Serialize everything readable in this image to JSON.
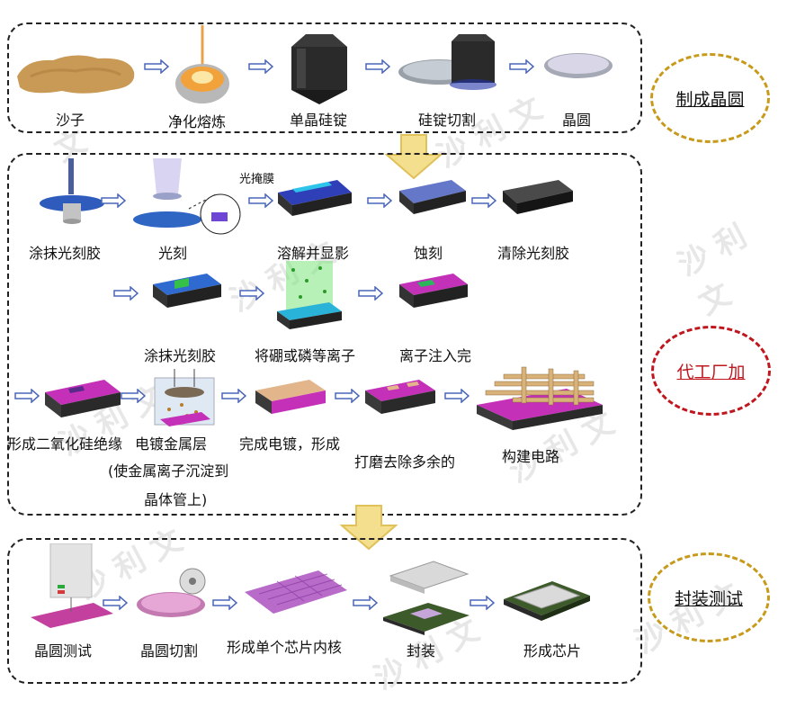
{
  "stages": [
    {
      "title": "制成晶圆",
      "steps": [
        "沙子",
        "净化熔炼",
        "单晶硅锭",
        "硅锭切割",
        "晶圆"
      ]
    },
    {
      "title": "代工厂加",
      "steps": [
        "涂抹光刻胶",
        "光刻",
        "光掩膜",
        "溶解并显影",
        "蚀刻",
        "清除光刻胶",
        "涂抹光刻胶",
        "将硼或磷等离子",
        "离子注入完",
        "形成二氧化硅绝缘",
        "电镀金属层",
        "(使金属离子沉淀到",
        "晶体管上)",
        "完成电镀，形成",
        "打磨去除多余的",
        "构建电路"
      ]
    },
    {
      "title": "封装测试",
      "steps": [
        "晶圆测试",
        "晶圆切割",
        "形成单个芯片内核",
        "封装",
        "形成芯片"
      ]
    }
  ],
  "colors": {
    "stage1_ring": "#c89a1c",
    "stage2_ring": "#c0161d",
    "stage2_text": "#c0161d",
    "stage3_ring": "#c89a1c",
    "big_arrow": "#f3df8d",
    "small_arrow": "#4a67b8"
  }
}
